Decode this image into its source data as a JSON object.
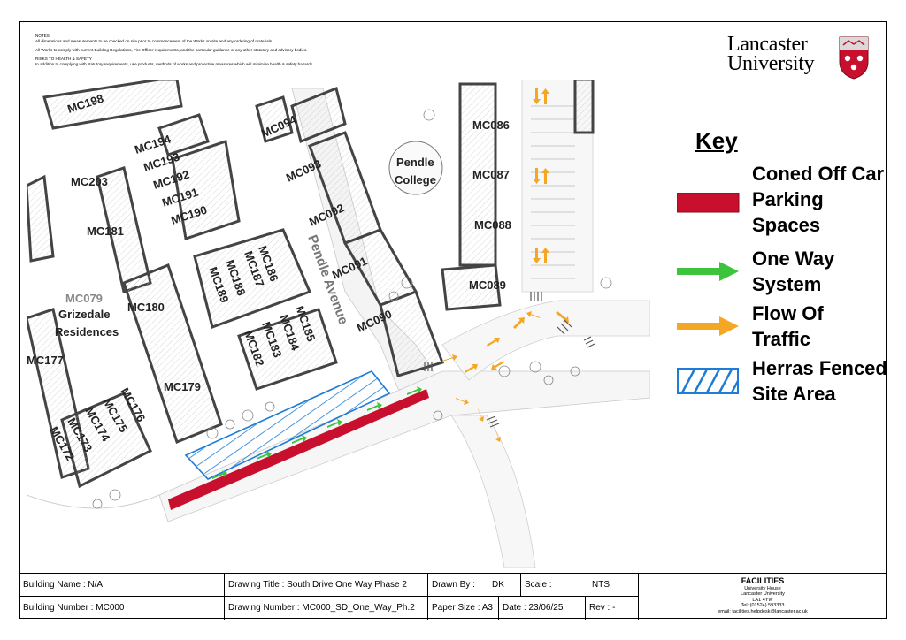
{
  "notes": {
    "heading": "NOTES:",
    "line1": "All dimensions and measurements to be checked on site prior to commencement of the Works on site and any ordering of materials.",
    "line2": "All Works to comply with current Building Regulations, Fire Officer requirements, and the particular guidance of any other statutory and advisory bodies.",
    "risk_heading": "RISKS TO HEALTH & SAFETY",
    "risk_line": "In addition to complying with statutory requirements, use products, methods of works and protective measures which will minimise health & safety hazards."
  },
  "logo": {
    "line1": "Lancaster",
    "line2": "University",
    "crest_icon": "lancaster-crest-icon",
    "crest_color": "#c8102e"
  },
  "map": {
    "labels": {
      "mc198": "MC198",
      "mc194": "MC194",
      "mc193": "MC193",
      "mc192": "MC192",
      "mc191": "MC191",
      "mc190": "MC190",
      "mc203": "MC203",
      "mc181": "MC181",
      "mc094": "MC094",
      "mc093": "MC093",
      "mc092": "MC092",
      "mc091": "MC091",
      "mc090": "MC090",
      "mc086": "MC086",
      "mc087": "MC087",
      "mc088": "MC088",
      "mc089": "MC089",
      "pendle_college_1": "Pendle",
      "pendle_college_2": "College",
      "pendle_avenue": "Pendle Avenue",
      "mc186": "MC186",
      "mc187": "MC187",
      "mc188": "MC188",
      "mc189": "MC189",
      "mc185": "MC185",
      "mc184": "MC184",
      "mc183": "MC183",
      "mc182": "MC182",
      "mc079": "MC079",
      "grizedale_1": "Grizedale",
      "grizedale_2": "Residences",
      "mc180": "MC180",
      "mc177": "MC177",
      "mc179": "MC179",
      "mc176": "MC176",
      "mc175": "MC175",
      "mc174": "MC174",
      "mc173": "MC173",
      "mc172": "MC172"
    },
    "colors": {
      "coned_off": "#c8102e",
      "one_way": "#3cc43c",
      "flow": "#f5a623",
      "herras": "#1e7bd6"
    }
  },
  "key": {
    "title": "Key",
    "items": [
      {
        "label_lines": [
          "Coned Off Car",
          "Parking",
          "Spaces"
        ],
        "icon": "coned-off-swatch-icon"
      },
      {
        "label_lines": [
          "One Way",
          "System"
        ],
        "icon": "one-way-arrow-icon"
      },
      {
        "label_lines": [
          "Flow Of",
          "Traffic"
        ],
        "icon": "flow-arrow-icon"
      },
      {
        "label_lines": [
          "Herras Fenced",
          "Site Area"
        ],
        "icon": "herras-hatch-icon"
      }
    ]
  },
  "titleblock": {
    "building_name": "Building Name :  N/A",
    "drawing_title": "Drawing Title :  South Drive One Way Phase 2",
    "drawn_by": "Drawn By :",
    "drawn_by_value": "DK",
    "scale": "Scale :",
    "scale_value": "NTS",
    "building_number": "Building Number :  MC000",
    "drawing_number": "Drawing Number :  MC000_SD_One_Way_Ph.2",
    "paper_size": "Paper Size :  A3",
    "date": "Date :  23/06/25",
    "rev": "Rev :   -",
    "facilities_title": "FACILITIES",
    "facilities_lines": [
      "University House",
      "Lancaster University",
      "LA1 4YW",
      "Tel: (01524) 593333",
      "email: facilities.helpdesk@lancaster.ac.uk"
    ]
  }
}
